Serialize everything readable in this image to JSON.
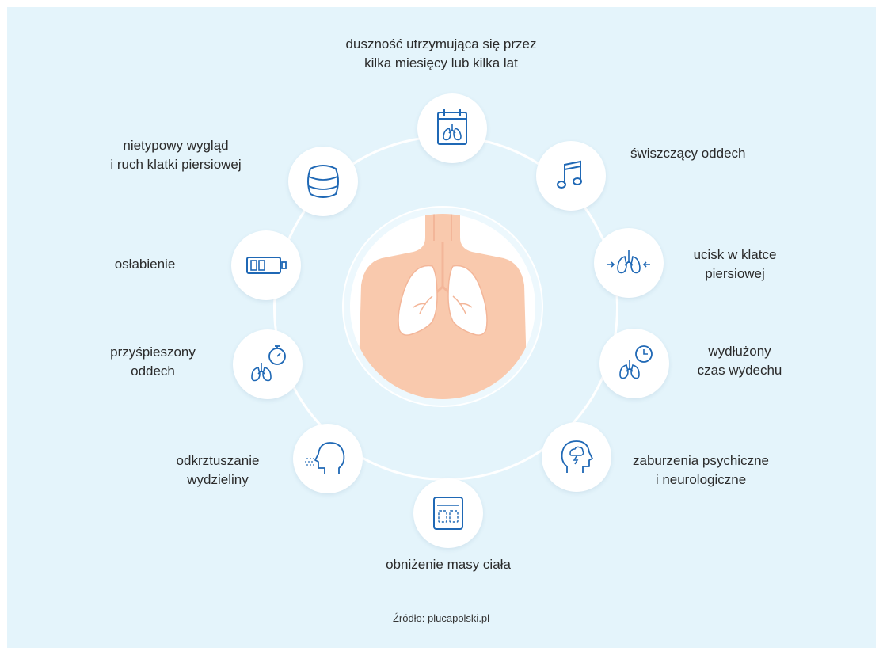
{
  "colors": {
    "background": "#e4f4fb",
    "icon_stroke": "#1f68b5",
    "skin": "#f9c9ad",
    "lungs": "#ffffff"
  },
  "symptoms": [
    {
      "id": "dyspnea",
      "icon": "calendar-lungs-icon",
      "lines": [
        "duszność utrzymująca się przez",
        "kilka miesięcy lub kilka lat"
      ]
    },
    {
      "id": "wheezing",
      "icon": "music-note-icon",
      "lines": [
        "świszczący oddech"
      ]
    },
    {
      "id": "chest-pressure",
      "icon": "compressed-lungs-icon",
      "lines": [
        "ucisk w klatce",
        "piersiowej"
      ]
    },
    {
      "id": "prolonged-exhale",
      "icon": "lungs-clock-icon",
      "lines": [
        "wydłużony",
        "czas wydechu"
      ]
    },
    {
      "id": "neuro",
      "icon": "head-storm-icon",
      "lines": [
        "zaburzenia psychiczne",
        "i neurologiczne"
      ]
    },
    {
      "id": "weight-loss",
      "icon": "scale-icon",
      "lines": [
        "obniżenie masy ciała"
      ]
    },
    {
      "id": "sputum",
      "icon": "head-cough-icon",
      "lines": [
        "odkrztuszanie",
        "wydzieliny"
      ]
    },
    {
      "id": "fast-breath",
      "icon": "lungs-stopwatch-icon",
      "lines": [
        "przyśpieszony",
        "oddech"
      ]
    },
    {
      "id": "weakness",
      "icon": "low-battery-icon",
      "lines": [
        "osłabienie"
      ]
    },
    {
      "id": "barrel-chest",
      "icon": "barrel-icon",
      "lines": [
        "nietypowy wygląd",
        "i ruch klatki piersiowej"
      ]
    }
  ],
  "source": "Źródło: plucapolski.pl"
}
